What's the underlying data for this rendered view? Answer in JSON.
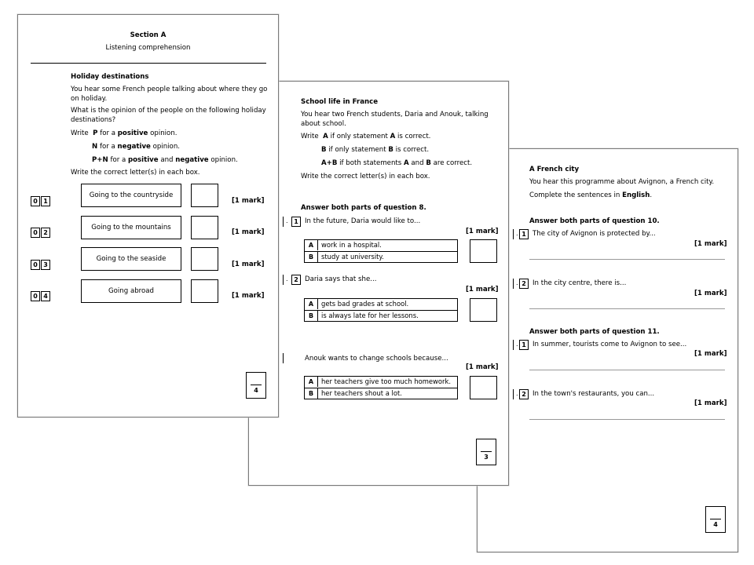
{
  "page1": {
    "section_title": "Section A",
    "section_subtitle": "Listening comprehension",
    "topic_title": "Holiday destinations",
    "intro": "You hear some French people talking about where they go on holiday.",
    "question": "What is the opinion of the people on the following holiday destinations?",
    "write_label": "Write",
    "p_letter": "P",
    "p_mid": "for a",
    "p_word": "positive",
    "p_end": "opinion.",
    "n_letter": "N",
    "n_mid": "for a",
    "n_word": "negative",
    "n_end": "opinion.",
    "pn_letter": "P+N",
    "pn_mid": "for a",
    "pn_word1": "positive",
    "pn_and": "and",
    "pn_word2": "negative",
    "pn_end": "opinion.",
    "instruction": "Write the correct letter(s) in each box.",
    "items": [
      {
        "n1": "0",
        "n2": "1",
        "label": "Going to the countryside",
        "mark": "[1 mark]"
      },
      {
        "n1": "0",
        "n2": "2",
        "label": "Going to the mountains",
        "mark": "[1 mark]"
      },
      {
        "n1": "0",
        "n2": "3",
        "label": "Going to the seaside",
        "mark": "[1 mark]"
      },
      {
        "n1": "0",
        "n2": "4",
        "label": "Going abroad",
        "mark": "[1 mark]"
      }
    ],
    "page_total": "4"
  },
  "page2": {
    "topic_title": "School life in France",
    "intro": "You hear two French students, Daria and Anouk, talking about school.",
    "write_label": "Write",
    "a_letter": "A",
    "a_text": "if only statement",
    "a_letter2": "A",
    "a_end": "is correct.",
    "b_letter": "B",
    "b_text": "if only statement",
    "b_letter2": "B",
    "b_end": "is correct.",
    "ab_letter": "A+B",
    "ab_text": "if both statements",
    "ab_a": "A",
    "ab_and": "and",
    "ab_b": "B",
    "ab_end": "are correct.",
    "instruction": "Write the correct letter(s) in each box.",
    "answer_both": "Answer both parts of question 8.",
    "q1": {
      "num": "1",
      "stem": "In the future, Daria would like to...",
      "mark": "[1 mark]",
      "options": [
        {
          "letter": "A",
          "text": "work in a hospital."
        },
        {
          "letter": "B",
          "text": "study at university."
        }
      ]
    },
    "q2": {
      "num": "2",
      "stem": "Daria says that she...",
      "mark": "[1 mark]",
      "options": [
        {
          "letter": "A",
          "text": "gets bad grades at school."
        },
        {
          "letter": "B",
          "text": "is always late for her lessons."
        }
      ]
    },
    "q3": {
      "stem": "Anouk wants to change schools because...",
      "mark": "[1 mark]",
      "options": [
        {
          "letter": "A",
          "text": "her teachers give too much homework."
        },
        {
          "letter": "B",
          "text": "her teachers shout a lot."
        }
      ]
    },
    "page_total": "3"
  },
  "page3": {
    "topic_title": "A French city",
    "intro": "You hear this programme about Avignon, a French city.",
    "complete_label": "Complete the sentences in",
    "complete_lang": "English",
    "complete_end": ".",
    "answer10": "Answer both parts of question 10.",
    "q10_1": {
      "num": "1",
      "stem": "The city of Avignon is protected by...",
      "mark": "[1 mark]"
    },
    "q10_2": {
      "num": "2",
      "stem": "In the city centre, there is...",
      "mark": "[1 mark]"
    },
    "answer11": "Answer both parts of question 11.",
    "q11_1": {
      "num": "1",
      "stem": "In summer, tourists come to Avignon to see...",
      "mark": "[1 mark]"
    },
    "q11_2": {
      "num": "2",
      "stem": "In the town's restaurants, you can...",
      "mark": "[1 mark]"
    },
    "page_total": "4"
  }
}
